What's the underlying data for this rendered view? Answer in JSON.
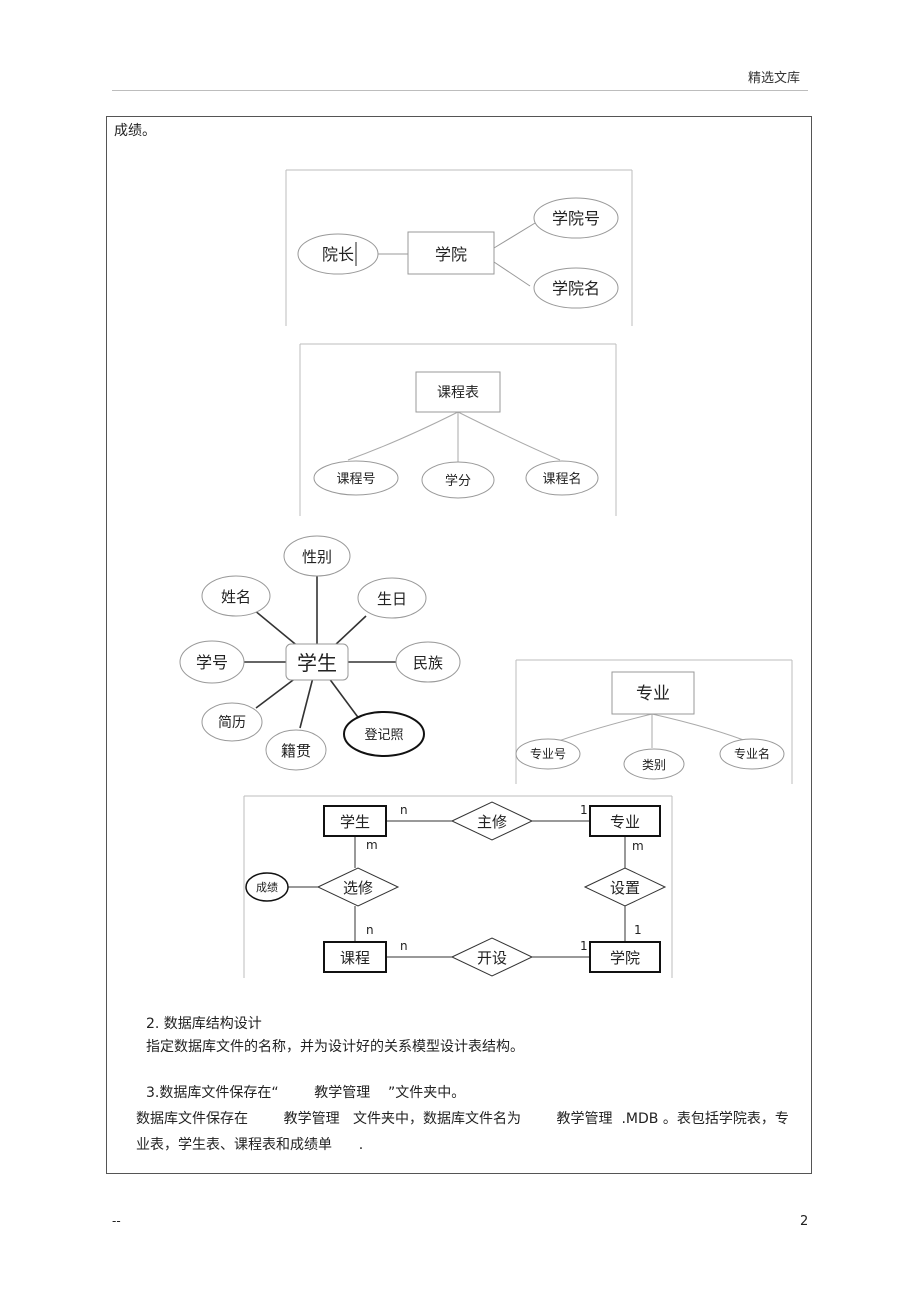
{
  "header": {
    "label": "精选文库"
  },
  "intro_text": "成绩。",
  "college_diagram": {
    "entity": "学院",
    "attributes": [
      "院长",
      "学院号",
      "学院名"
    ]
  },
  "course_diagram": {
    "entity": "课程表",
    "attributes": [
      "课程号",
      "学分",
      "课程名"
    ]
  },
  "student_diagram": {
    "entity": "学生",
    "attributes": [
      "性别",
      "姓名",
      "生日",
      "学号",
      "民族",
      "简历",
      "籍贯",
      "登记照"
    ]
  },
  "major_diagram": {
    "entity": "专业",
    "attributes": [
      "专业号",
      "类别",
      "专业名"
    ]
  },
  "er_diagram": {
    "entities": {
      "student": "学生",
      "major": "专业",
      "course": "课程",
      "college": "学院"
    },
    "relations": {
      "major_study": "主修",
      "elective": "选修",
      "setup": "设置",
      "offer": "开设"
    },
    "attribute": "成绩",
    "cardinalities": {
      "student_major_n": "n",
      "major_student_1": "1",
      "student_elective_m": "m",
      "course_elective_n": "n",
      "major_setup_m": "m",
      "college_setup_1": "1",
      "course_offer_n": "n",
      "college_offer_1": "1"
    }
  },
  "section2": {
    "heading": "2.  数据库结构设计",
    "text": "指定数据库文件的名称，并为设计好的关系模型设计表结构。"
  },
  "section3": {
    "heading": "3.数据库文件保存在“        教学管理    ”文件夹中。",
    "line1": "数据库文件保存在        教学管理   文件夹中，数据库文件名为        教学管理  .MDB 。表包括学院表，专",
    "line2": "业表，学生表、课程表和成绩单      ."
  },
  "footer": {
    "left": "--",
    "page": "2"
  }
}
